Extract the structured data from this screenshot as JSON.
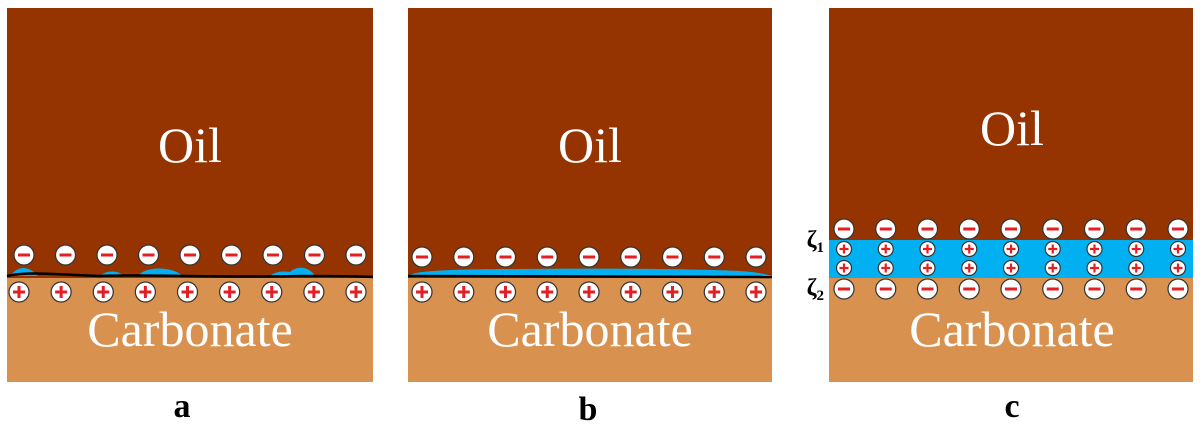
{
  "panels": [
    {
      "id": "a",
      "label": "a",
      "top_label": "Oil",
      "bottom_label": "Carbonate",
      "top_charges": "−",
      "bottom_charges": "+",
      "water_film": "droplets",
      "zeta_labels": []
    },
    {
      "id": "b",
      "label": "b",
      "top_label": "Oil",
      "bottom_label": "Carbonate",
      "top_charges": "−",
      "bottom_charges": "+",
      "water_film": "thin",
      "zeta_labels": []
    },
    {
      "id": "c",
      "label": "c",
      "top_label": "Oil",
      "bottom_label": "Carbonate",
      "top_charges": "−",
      "bottom_charges": "−",
      "water_film": "thick",
      "film_charges": "+",
      "zeta_labels": [
        "ζ1",
        "ζ2"
      ]
    }
  ],
  "colors": {
    "oil": "#953401",
    "carbonate": "#D8914E",
    "water": "#00B0F0",
    "charge_mark": "#E31E24",
    "charge_fill": "#FFFFFF",
    "outline": "#000000",
    "phase_text": "#FFFFFF"
  }
}
